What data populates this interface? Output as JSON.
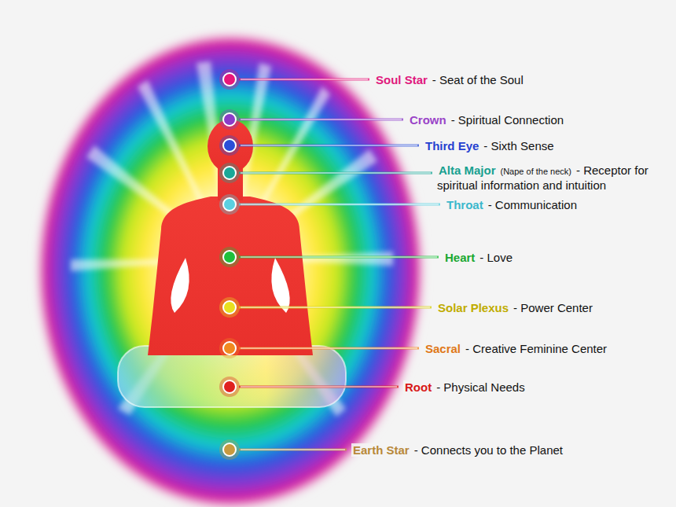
{
  "diagram": {
    "labels": [
      "Soul Star",
      "- Seat of the Soul",
      "Crown",
      "- Spiritual Connection",
      "Third Eye",
      "- Sixth Sense",
      "Alta Major",
      "(Nape of the neck)",
      "- Receptor for spiritual information and intuition",
      "Throat",
      "- Communication",
      "Heart",
      "- Love",
      "Solar Plexus",
      "- Power Center",
      "Sacral",
      "- Creative Feminine Center",
      "Root",
      "- Physical Needs",
      "Earth Star",
      "- Connects you to the Planet"
    ]
  }
}
